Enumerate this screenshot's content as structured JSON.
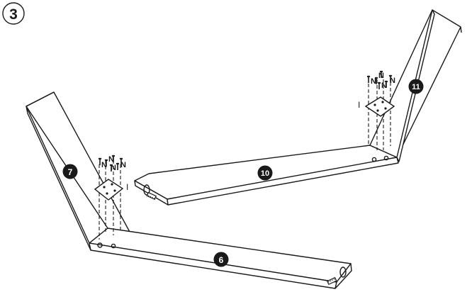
{
  "step": {
    "number": "3"
  },
  "parts": {
    "part_6": "6",
    "part_7": "7",
    "part_10": "10",
    "part_11": "11"
  },
  "fasteners": {
    "plate_label_left": "I",
    "plate_label_right": "I",
    "nail_glyph": "N"
  },
  "colors": {
    "ink": "#1a1a1a",
    "background": "#ffffff"
  }
}
